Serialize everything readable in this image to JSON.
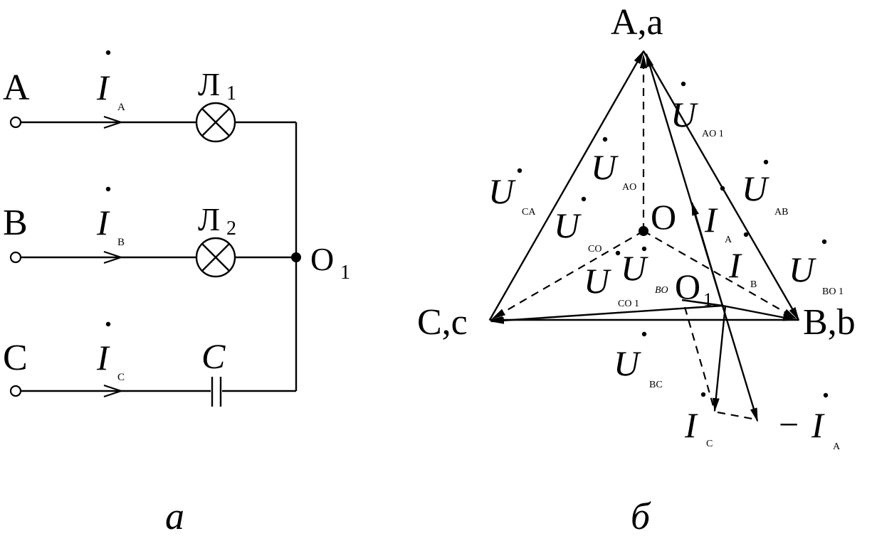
{
  "circuit": {
    "phases": [
      {
        "name": "A",
        "current": "I",
        "current_sub": "A",
        "load": "Л",
        "load_sub": "1"
      },
      {
        "name": "B",
        "current": "I",
        "current_sub": "B",
        "load": "Л",
        "load_sub": "2"
      },
      {
        "name": "C",
        "current": "I",
        "current_sub": "C",
        "load": "C",
        "load_sub": ""
      }
    ],
    "neutral_node": "O",
    "neutral_node_sub": "1",
    "caption": "а"
  },
  "phasor": {
    "vertices": {
      "top": "A,a",
      "right": "B,b",
      "left": "C,c"
    },
    "center": "O",
    "displaced_node": "O",
    "displaced_node_sub": "1",
    "voltage_symbol": "U",
    "current_symbol": "I",
    "minus": "−",
    "subs": {
      "AO1": "AO 1",
      "AO": "AO",
      "CA": "CA",
      "AB": "AB",
      "CO": "CO",
      "BO": "BO",
      "CO1": "CO 1",
      "BO1": "BO 1",
      "BC": "BC",
      "IA": "A",
      "IB": "B",
      "IC": "C",
      "mIA": "A"
    },
    "caption": "б"
  }
}
